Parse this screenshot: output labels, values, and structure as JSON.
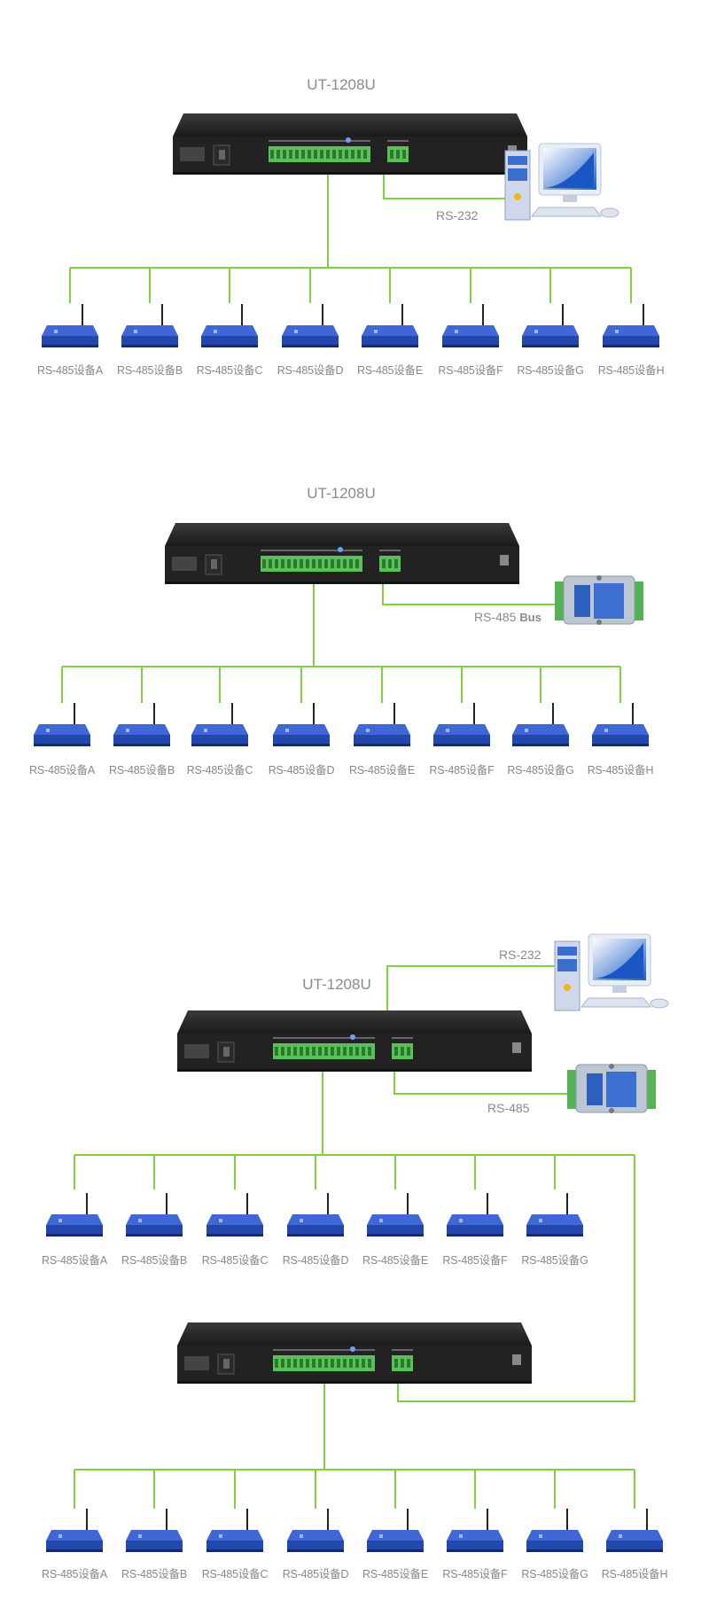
{
  "colors": {
    "line": "#7ed23d",
    "device_top": "#3f67d6",
    "device_body": "#2447ad",
    "router_body": "#222222",
    "label": "#888888"
  },
  "diagram1": {
    "model": "UT-1208U",
    "pc_link": "RS-232",
    "devices": [
      "RS-485设备A",
      "RS-485设备B",
      "RS-485设备C",
      "RS-485设备D",
      "RS-485设备E",
      "RS-485设备F",
      "RS-485设备G",
      "RS-485设备H"
    ]
  },
  "diagram2": {
    "model": "UT-1208U",
    "bus_link_prefix": "RS-485",
    "bus_link_suffix": "Bus",
    "devices": [
      "RS-485设备A",
      "RS-485设备B",
      "RS-485设备C",
      "RS-485设备D",
      "RS-485设备E",
      "RS-485设备F",
      "RS-485设备G",
      "RS-485设备H"
    ]
  },
  "diagram3": {
    "model": "UT-1208U",
    "pc_link": "RS-232",
    "converter_link": "RS-485",
    "devices_upper": [
      "RS-485设备A",
      "RS-485设备B",
      "RS-485设备C",
      "RS-485设备D",
      "RS-485设备E",
      "RS-485设备F",
      "RS-485设备G"
    ],
    "devices_lower": [
      "RS-485设备A",
      "RS-485设备B",
      "RS-485设备C",
      "RS-485设备D",
      "RS-485设备E",
      "RS-485设备F",
      "RS-485设备G",
      "RS-485设备H"
    ]
  }
}
